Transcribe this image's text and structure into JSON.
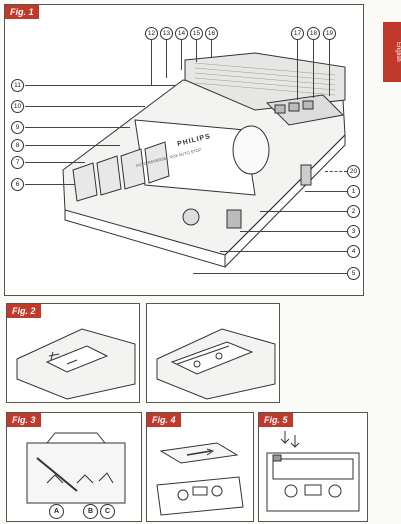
{
  "fig1": {
    "label": "Fig. 1",
    "brand": "PHILIPS",
    "caption": "AUTO REVERSE · VOX AUTO STOP",
    "callouts_top": [
      "12",
      "13",
      "14",
      "15",
      "16",
      "17",
      "18",
      "19"
    ],
    "callouts_left": [
      "11",
      "10",
      "9",
      "8",
      "7",
      "6"
    ],
    "callouts_right": [
      "20",
      "1",
      "2",
      "3",
      "4",
      "5"
    ]
  },
  "fig2": {
    "label": "Fig. 2"
  },
  "fig3": {
    "label": "Fig. 3",
    "markers": [
      "A",
      "B",
      "C"
    ]
  },
  "fig4": {
    "label": "Fig. 4"
  },
  "fig5": {
    "label": "Fig. 5"
  },
  "side_tab": {
    "text": "English"
  }
}
